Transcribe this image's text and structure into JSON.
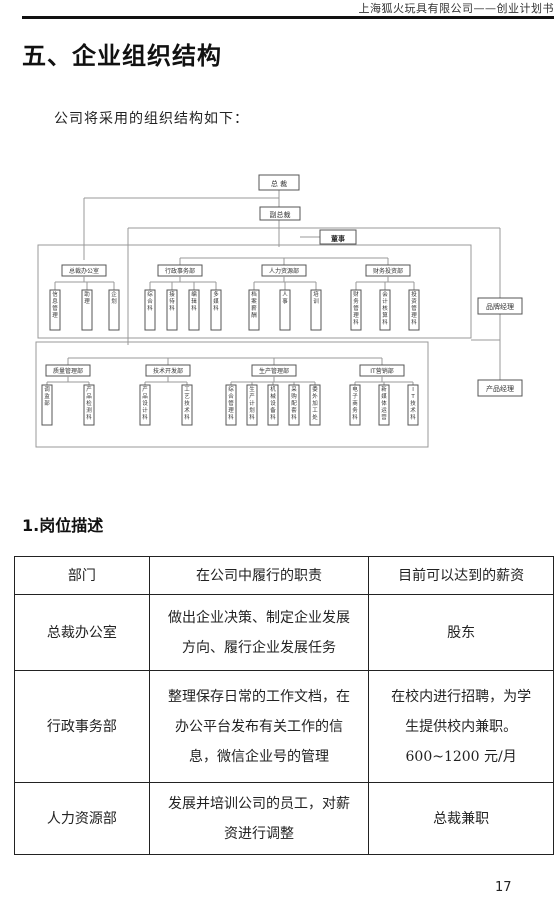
{
  "header": {
    "text": "上海狐火玩具有限公司——创业计划书"
  },
  "title": "五、企业组织结构",
  "intro": "公司将采用的组织结构如下：",
  "org_chart": {
    "ceo": "总 裁",
    "vp": "副总裁",
    "board": "董事",
    "departments": [
      {
        "name": "总裁办公室",
        "subs": [
          "信息管理",
          "助理",
          "企划"
        ]
      },
      {
        "name": "行政事务部",
        "subs": [
          "综合科",
          "接待科",
          "编辑科",
          "多媒科"
        ]
      },
      {
        "name": "人力资源部",
        "subs": [
          "档案薪酬",
          "人事",
          "培训"
        ]
      },
      {
        "name": "财务投资部",
        "subs": [
          "财务管理科",
          "会计核算科",
          "投资管理科"
        ]
      },
      {
        "name": "质量管理部",
        "subs": [
          "调监部",
          "产品检测科"
        ]
      },
      {
        "name": "技术开发部",
        "subs": [
          "产品设计科",
          "工艺技术科"
        ]
      },
      {
        "name": "生产管理部",
        "subs": [
          "综合管理科",
          "生产计划科",
          "机械设备科",
          "采购配套科",
          "委外加工处"
        ]
      },
      {
        "name": "IT营销部",
        "subs": [
          "电子商务科",
          "新媒体运营",
          "IT技术科"
        ]
      }
    ],
    "brand_manager": "品牌经理",
    "product_manager": "产品经理"
  },
  "section_title": "1.岗位描述",
  "table": {
    "headers": [
      "部门",
      "在公司中履行的职责",
      "目前可以达到的薪资"
    ],
    "rows": [
      {
        "dept": "总裁办公室",
        "duty": [
          "做出企业决策、制定企业发展",
          "方向、履行企业发展任务"
        ],
        "pay": [
          "股东"
        ]
      },
      {
        "dept": "行政事务部",
        "duty": [
          "整理保存日常的工作文档，在",
          "办公平台发布有关工作的信",
          "息，微信企业号的管理"
        ],
        "pay": [
          "在校内进行招聘，为学",
          "生提供校内兼职。",
          "600~1200 元/月"
        ]
      },
      {
        "dept": "人力资源部",
        "duty": [
          "发展并培训公司的员工，对薪",
          "资进行调整"
        ],
        "pay": [
          "总裁兼职"
        ]
      }
    ]
  },
  "page_number": "17"
}
